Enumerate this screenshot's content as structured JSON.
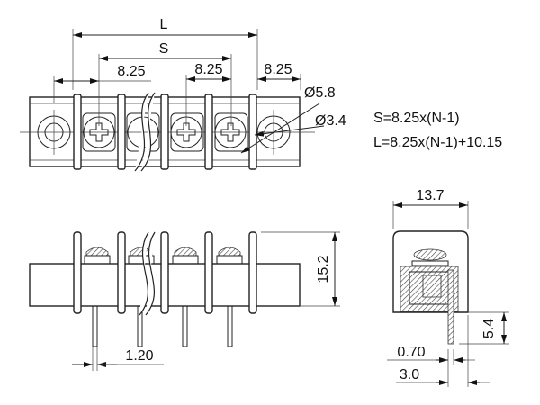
{
  "title": "Barrier terminal block dimension drawing",
  "top_view": {
    "dim_L": "L",
    "dim_S": "S",
    "pitch_left": "8.25",
    "pitch_mid": "8.25",
    "pitch_right": "8.25",
    "hole_outer": "Ø5.8",
    "hole_inner": "Ø3.4"
  },
  "formulas": {
    "s_formula": "S=8.25x(N-1)",
    "l_formula": "L=8.25x(N-1)+10.15"
  },
  "front_view": {
    "height": "15.2",
    "pin_width": "1.20"
  },
  "side_view": {
    "depth": "13.7",
    "pin_length": "5.4",
    "pin_thickness": "0.70",
    "pin_offset": "3.0"
  }
}
